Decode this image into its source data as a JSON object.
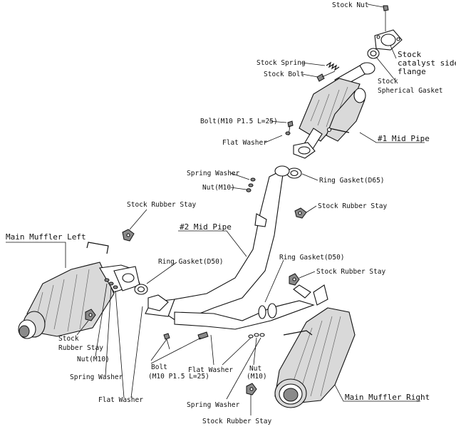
{
  "labels": {
    "stock_nut": "Stock Nut",
    "stock_catalyst_flange_1": "Stock",
    "stock_catalyst_flange_2": "catalyst side",
    "stock_catalyst_flange_3": "flange",
    "stock_spring": "Stock Spring",
    "stock_bolt": "Stock Bolt",
    "stock_spherical_gasket_1": "Stock",
    "stock_spherical_gasket_2": "Spherical Gasket",
    "bolt_m10_top": "Bolt(M10 P1.5 L=25)",
    "flat_washer_top": "Flat Washer",
    "mid_pipe_1": "#1 Mid Pipe",
    "spring_washer_top": "Spring Washer",
    "nut_m10_top": "Nut(M10)",
    "ring_gasket_d65": "Ring Gasket(D65)",
    "stock_rubber_stay_top": "Stock Rubber Stay",
    "stock_rubber_stay_mid": "Stock Rubber Stay",
    "mid_pipe_2": "#2 Mid Pipe",
    "main_muffler_left": "Main Muffler Left",
    "ring_gasket_d50_left": "Ring Gasket(D50)",
    "ring_gasket_d50_right": "Ring Gasket(D50)",
    "stock_rubber_stay_right": "Stock Rubber Stay",
    "stock_rubber_stay_left_1": "Stock",
    "stock_rubber_stay_left_2": "Rubber Stay",
    "nut_m10_left": "Nut(M10)",
    "spring_washer_left": "Spring Washer",
    "flat_washer_left": "Flat Washer",
    "bolt_m10_bottom_1": "Bolt",
    "bolt_m10_bottom_2": "(M10 P1.5 L=25)",
    "flat_washer_bottom": "Flat Washer",
    "nut_m10_bottom_1": "Nut",
    "nut_m10_bottom_2": "(M10)",
    "spring_washer_bottom": "Spring Washer",
    "stock_rubber_stay_bottom": "Stock Rubber Stay",
    "main_muffler_right": "Main Muffler Right"
  }
}
